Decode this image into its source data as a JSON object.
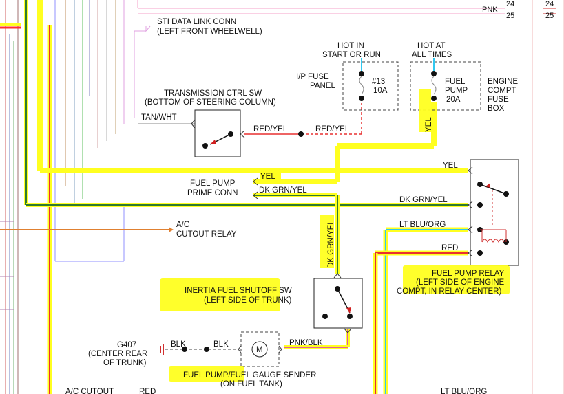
{
  "top_right": {
    "pnk": "PNK",
    "n24": "24",
    "n25": "25",
    "n24b": "24",
    "n25b": "25"
  },
  "sti": {
    "line1": "STI DATA LINK CONN",
    "line2": "(LEFT FRONT WHEELWELL)"
  },
  "fuse_left": {
    "hot1": "HOT IN",
    "hot2": "START OR RUN",
    "panel1": "I/P FUSE",
    "panel2": "PANEL",
    "num": "#13",
    "amps": "10A"
  },
  "fuse_right": {
    "hot1": "HOT AT",
    "hot2": "ALL TIMES",
    "name1": "FUEL",
    "name2": "PUMP",
    "amps": "20A",
    "box1": "ENGINE",
    "box2": "COMPT",
    "box3": "FUSE",
    "box4": "BOX"
  },
  "trans": {
    "line1": "TRANSMISSION CTRL SW",
    "line2": "(BOTTOM OF STEERING COLUMN)",
    "tan": "TAN/WHT",
    "red1": "RED/YEL",
    "red2": "RED/YEL"
  },
  "wires": {
    "yel_vert": "YEL",
    "yel_main": "YEL",
    "yel_prime": "YEL",
    "dkgrn_prime": "DK GRN/YEL",
    "dkgrn_main": "DK GRN/YEL",
    "dkgrn_vert": "DK GRN/YEL",
    "ltblu": "LT BLU/ORG",
    "red": "RED",
    "pnkblk": "PNK/BLK",
    "blk1": "BLK",
    "blk2": "BLK"
  },
  "prime": {
    "line1": "FUEL PUMP",
    "line2": "PRIME CONN"
  },
  "ac": {
    "line1": "A/C",
    "line2": "CUTOUT RELAY"
  },
  "relay": {
    "line1": "FUEL PUMP RELAY",
    "line2": "(LEFT SIDE OF ENGINE",
    "line3": "COMPT, IN RELAY CENTER)"
  },
  "inertia": {
    "line1": "INERTIA FUEL SHUTOFF SW",
    "line2": "(LEFT SIDE OF TRUNK)"
  },
  "ground": {
    "name": "G407",
    "line2": "(CENTER REAR",
    "line3": "OF TRUNK)"
  },
  "pump": {
    "motor": "M",
    "line1": "FUEL PUMP/FUEL GAUGE SENDER",
    "line2": "(ON FUEL TANK)"
  },
  "bottom": {
    "ac": "A/C CUTOUT",
    "red": "RED",
    "ltblu": "LT BLU/ORG"
  }
}
